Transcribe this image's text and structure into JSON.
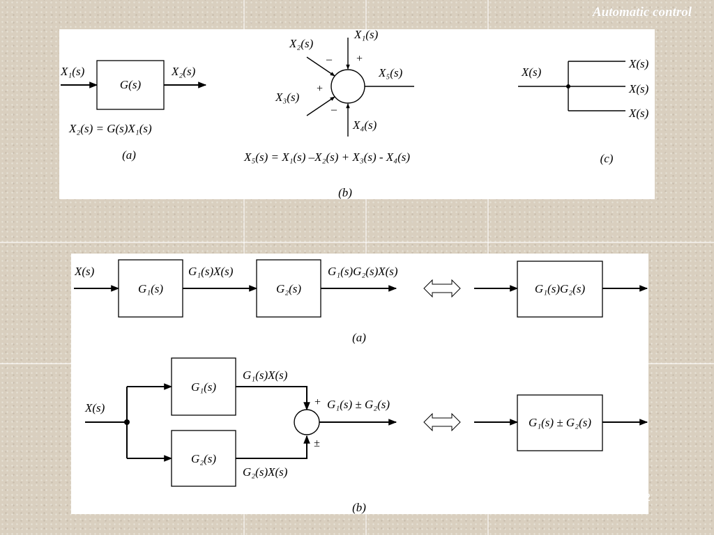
{
  "header": {
    "title": "Automatic control"
  },
  "slide_number": "2",
  "top_figure": {
    "a": {
      "input": "X₁(s)",
      "block": "G(s)",
      "output": "X₂(s)",
      "equation": "X₂(s) = G(s)X₁(s)",
      "caption": "(a)"
    },
    "b": {
      "in_top": "X₁(s)",
      "in_upper_left": "X₂(s)",
      "in_lower_left": "X₃(s)",
      "in_bottom": "X₄(s)",
      "output": "X₅(s)",
      "sign_top": "+",
      "sign_upper_left": "–",
      "sign_lower_left": "+",
      "sign_bottom": "–",
      "equation": "X₅(s) = X₁(s) –X₂(s) + X₃(s) - X₄(s)",
      "caption": "(b)"
    },
    "c": {
      "input": "X(s)",
      "outputs": [
        "X(s)",
        "X(s)",
        "X(s)"
      ],
      "caption": "(c)"
    }
  },
  "bottom_figure": {
    "a": {
      "input": "X(s)",
      "block1": "G₁(s)",
      "mid_signal": "G₁(s)X(s)",
      "block2": "G₂(s)",
      "output": "G₁(s)G₂(s)X(s)",
      "equivalent_block": "G₁(s)G₂(s)",
      "caption": "(a)"
    },
    "b": {
      "input": "X(s)",
      "block1": "G₁(s)",
      "block2": "G₂(s)",
      "upper_signal": "G₁(s)X(s)",
      "lower_signal": "G₂(s)X(s)",
      "sign_upper": "+",
      "sign_lower": "±",
      "output": "G₁(s) ± G₂(s)",
      "equivalent_block": "G₁(s) ± G₂(s)",
      "caption": "(b)"
    }
  }
}
